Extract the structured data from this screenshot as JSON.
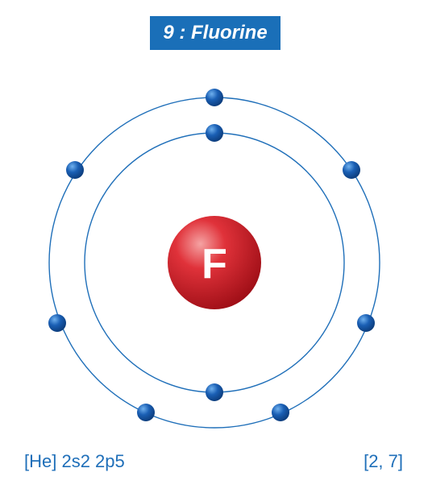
{
  "title": {
    "atomic_number": "9",
    "separator": " : ",
    "element_name": "Fluorine"
  },
  "nucleus": {
    "symbol": "F"
  },
  "shells": [
    {
      "shell": 1,
      "electrons": 2
    },
    {
      "shell": 2,
      "electrons": 7
    }
  ],
  "electron_configuration": "[He] 2s2 2p5",
  "shell_distribution": "[2, 7]",
  "colors": {
    "title_background": "#1a6fb8",
    "orbit": "#1f6fb9",
    "electron": "#1a5fb4",
    "nucleus": "#d01e26",
    "label_text": "#1f6fb9"
  }
}
